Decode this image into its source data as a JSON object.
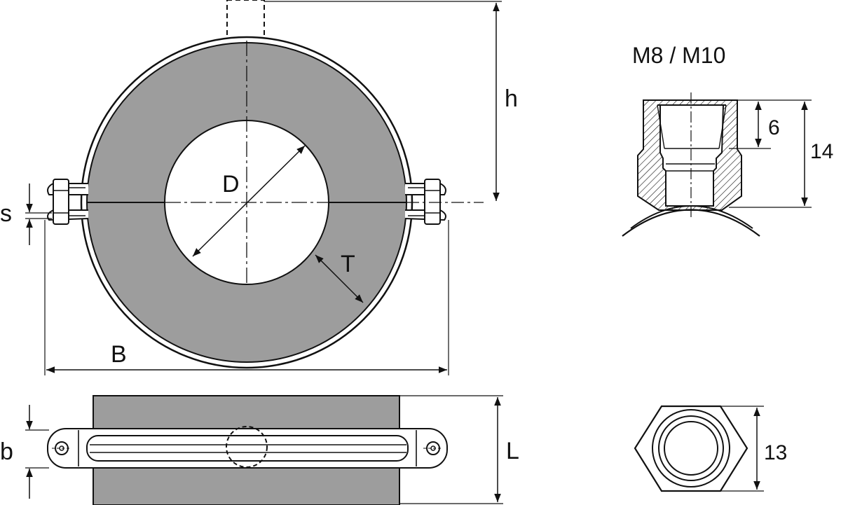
{
  "colors": {
    "insulation": "#9d9d9d",
    "line": "#111111",
    "background": "#ffffff"
  },
  "labels": {
    "h": "h",
    "s": "s",
    "D": "D",
    "T": "T",
    "B": "B",
    "b": "b",
    "L": "L",
    "thread": "M8 / M10",
    "dim_6": "6",
    "dim_14": "14",
    "dim_13": "13"
  }
}
